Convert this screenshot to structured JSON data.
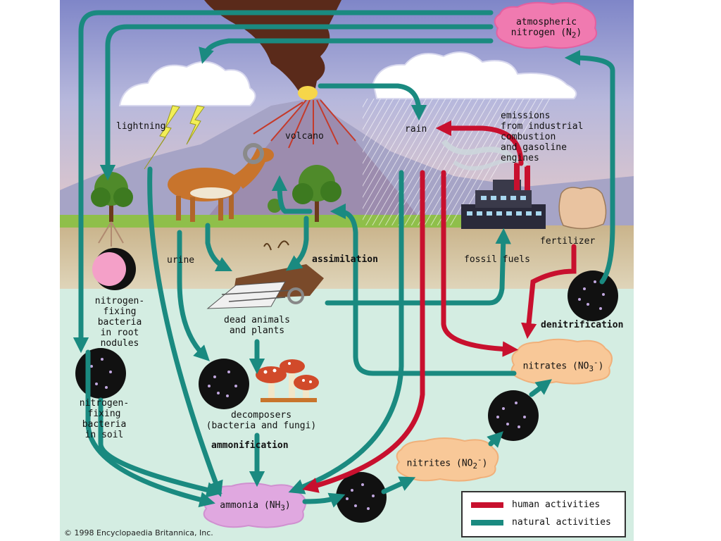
{
  "labels": {
    "atmospheric_nitrogen_line1": "atmospheric",
    "atmospheric_nitrogen_line2": "nitrogen (N",
    "atmospheric_nitrogen_sub": "2",
    "atmospheric_nitrogen_end": ")",
    "lightning": "lightning",
    "volcano": "volcano",
    "rain": "rain",
    "emissions": "emissions\nfrom industrial\ncombustion\nand gasoline\nengines",
    "fertilizer": "fertilizer",
    "urine": "urine",
    "assimilation": "assimilation",
    "fossil_fuels": "fossil fuels",
    "nodule_bacteria": "nitrogen-\nfixing\nbacteria\nin root\nnodules",
    "dead_matter": "dead animals\nand plants",
    "denitrification": "denitrification",
    "nitrates_main": "nitrates (NO",
    "nitrates_sub": "3",
    "nitrates_sup": "-",
    "nitrates_end": ")",
    "soil_bacteria": "nitrogen-\nfixing\nbacteria\nin soil",
    "decomposers": "decomposers\n(bacteria and fungi)",
    "ammonification": "ammonification",
    "nitrites_main": "nitrites (NO",
    "nitrites_sub": "2",
    "nitrites_sup": "-",
    "nitrites_end": ")",
    "ammonia_main": "ammonia (NH",
    "ammonia_sub": "3",
    "ammonia_end": ")"
  },
  "legend": {
    "human": "human activities",
    "natural": "natural activities",
    "human_color": "#c8102e",
    "natural_color": "#1a8a80"
  },
  "copyright": "© 1998 Encyclopaedia Britannica, Inc."
}
